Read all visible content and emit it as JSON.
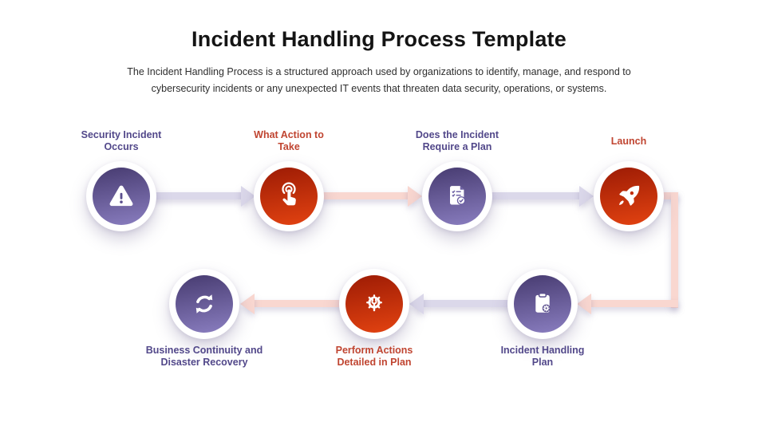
{
  "header": {
    "title": "Incident Handling Process Template",
    "subtitle_line1": "The Incident Handling Process is a structured approach used by organizations to identify, manage, and respond to",
    "subtitle_line2": "cybersecurity incidents or any unexpected IT events that threaten data security, operations, or systems."
  },
  "palette": {
    "purple_text": "#52488a",
    "red_text": "#c04531",
    "purple_gradient_start": "#4a3e74",
    "purple_gradient_end": "#8a7ec0",
    "red_gradient_start": "#a01d05",
    "red_gradient_end": "#e34311",
    "lavender_connector": "#dbd8ea",
    "pink_connector": "#f9d7d0"
  },
  "steps": [
    {
      "order": 1,
      "label": "Security Incident\nOccurs",
      "theme": "purple",
      "icon": "warning-icon"
    },
    {
      "order": 2,
      "label": "What Action to\nTake",
      "theme": "red",
      "icon": "tap-icon"
    },
    {
      "order": 3,
      "label": "Does the Incident\nRequire a Plan",
      "theme": "purple",
      "icon": "checklist-icon"
    },
    {
      "order": 4,
      "label": "Launch",
      "theme": "red",
      "icon": "rocket-icon"
    },
    {
      "order": 5,
      "label": "Incident Handling\nPlan",
      "theme": "purple",
      "icon": "clipboard-gear-icon"
    },
    {
      "order": 6,
      "label": "Perform Actions\nDetailed in Plan",
      "theme": "red",
      "icon": "gear-wrench-icon"
    },
    {
      "order": 7,
      "label": "Business Continuity and\nDisaster Recovery",
      "theme": "purple",
      "icon": "sync-arrows-icon"
    }
  ]
}
